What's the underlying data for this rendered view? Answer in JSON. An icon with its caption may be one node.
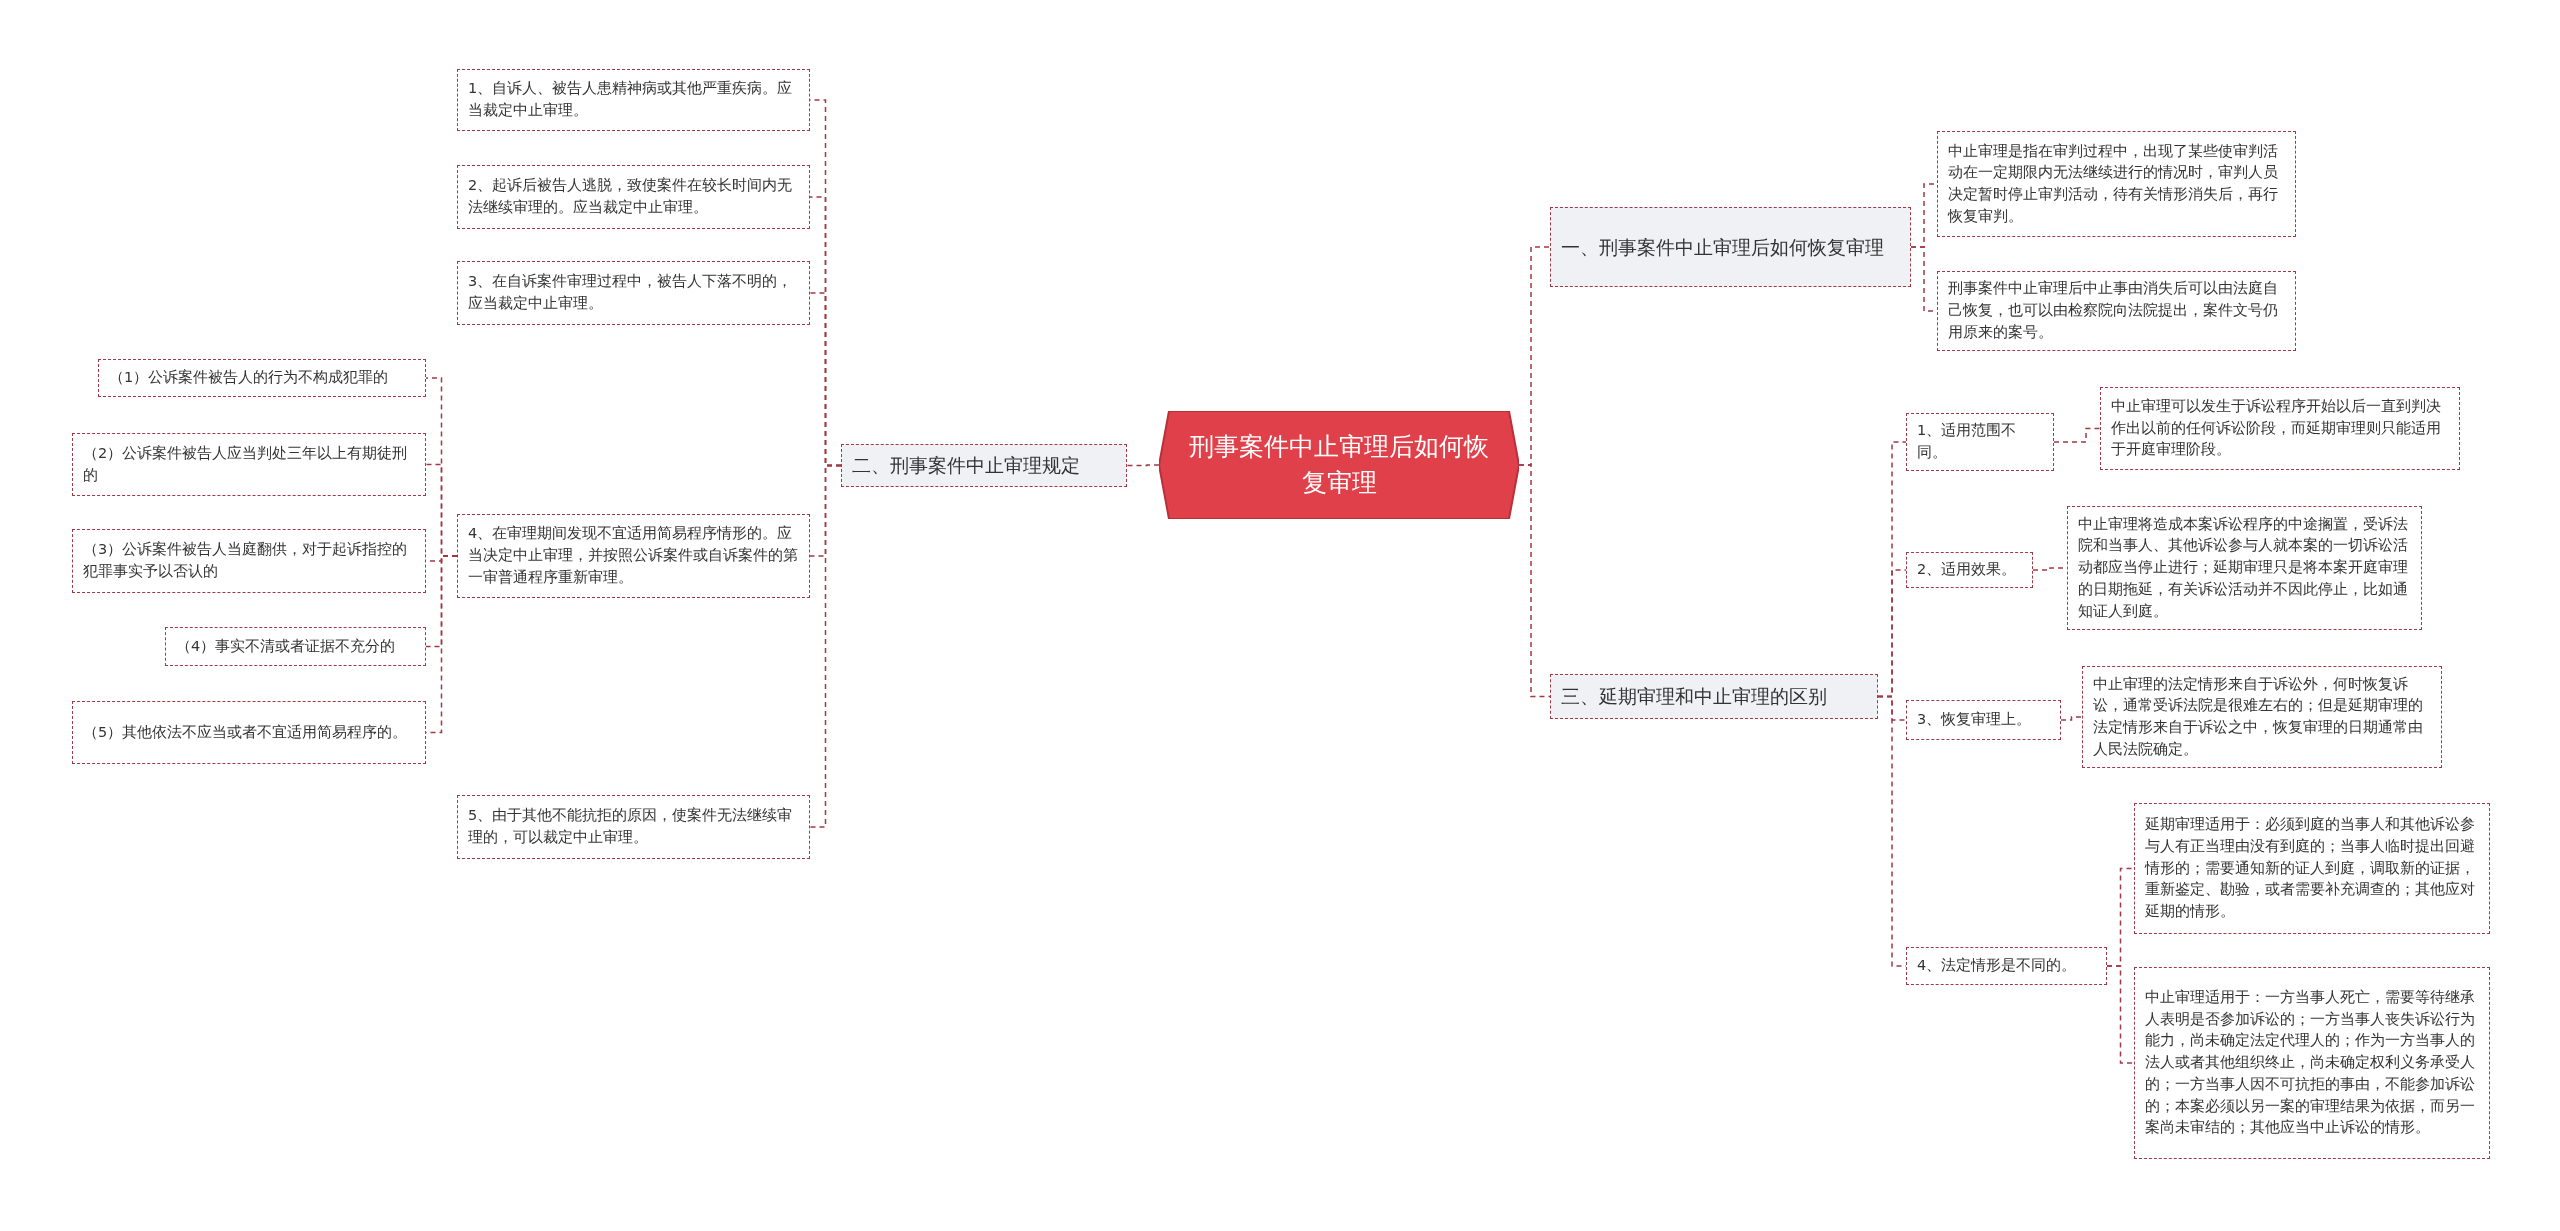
{
  "diagram": {
    "nodes": [
      {
        "text": [
          "刑事案件中止审理后如何恢复审理"
        ]
      },
      {
        "text": [
          "二、刑事案件中止审理规定"
        ]
      },
      {
        "text": [
          "1、自诉人、被告人患精神病或其他严重疾病。应当裁定中止审理。"
        ]
      },
      {
        "text": [
          "2、起诉后被告人逃脱，致使案件在较长时间内无法继续审理的。应当裁定中止审理。"
        ]
      },
      {
        "text": [
          "3、在自诉案件审理过程中，被告人下落不明的，应当裁定中止审理。"
        ]
      },
      {
        "text": [
          "4、在审理期间发现不宜适用简易程序情形的。应当决定中止审理，并按照公诉案件或自诉案件的第一审普通程序重新审理。"
        ]
      },
      {
        "text": [
          "（1）公诉案件被告人的行为不构成犯罪的"
        ]
      },
      {
        "text": [
          "（2）公诉案件被告人应当判处三年以上有期徒刑的"
        ]
      },
      {
        "text": [
          "（3）公诉案件被告人当庭翻供，对于起诉指控的犯罪事实予以否认的"
        ]
      },
      {
        "text": [
          "（4）事实不清或者证据不充分的"
        ]
      },
      {
        "text": [
          "（5）其他依法不应当或者不宜适用简易程序的。"
        ]
      },
      {
        "text": [
          "5、由于其他不能抗拒的原因，使案件无法继续审理的，可以裁定中止审理。"
        ]
      },
      {
        "text": [
          "一、刑事案件中止审理后如何恢复审理"
        ]
      },
      {
        "text": [
          "中止审理是指在审判过程中，出现了某些使审判活动在一定期限内无法继续进行的情况时，审判人员决定暂时停止审判活动，待有关情形消失后，再行恢复审判。"
        ]
      },
      {
        "text": [
          "刑事案件中止审理后中止事由消失后可以由法庭自己恢复，也可以由检察院向法院提出，案件文号仍用原来的案号。"
        ]
      },
      {
        "text": [
          "三、延期审理和中止审理的区别"
        ]
      },
      {
        "text": [
          "1、适用范围不同。"
        ]
      },
      {
        "text": [
          "中止审理可以发生于诉讼程序开始以后一直到判决作出以前的任何诉讼阶段，而延期审理则只能适用于开庭审理阶段。"
        ]
      },
      {
        "text": [
          "2、适用效果。"
        ]
      },
      {
        "text": [
          "中止审理将造成本案诉讼程序的中途搁置，受诉法院和当事人、其他诉讼参与人就本案的一切诉讼活动都应当停止进行；延期审理只是将本案开庭审理的日期拖延，有关诉讼活动并不因此停止，比如通知证人到庭。"
        ]
      },
      {
        "text": [
          "3、恢复审理上。"
        ]
      },
      {
        "text": [
          "中止审理的法定情形来自于诉讼外，何时恢复诉讼，通常受诉法院是很难左右的；但是延期审理的法定情形来自于诉讼之中，恢复审理的日期通常由人民法院确定。"
        ]
      },
      {
        "text": [
          "4、法定情形是不同的。"
        ]
      },
      {
        "text": [
          "延期审理适用于：必须到庭的当事人和其他诉讼参与人有正当理由没有到庭的；当事人临时提出回避情形的；需要通知新的证人到庭，调取新的证据，重新鉴定、勘验，或者需要补充调查的；其他应对延期的情形。"
        ]
      },
      {
        "text": [
          "中止审理适用于：一方当事人死亡，需要等待继承人表明是否参加诉讼的；一方当事人丧失诉讼行为能力，尚未确定法定代理人的；作为一方当事人的法人或者其他组织终止，尚未确定权利义务承受人的；一方当事人因不可抗拒的事由，不能参加诉讼的；本案必须以另一案的审理结果为依据，而另一案尚未审结的；其他应当中止诉讼的情形。"
        ]
      }
    ],
    "edges": [
      {
        "from": 0,
        "to": 1,
        "arrow": "none",
        "style": "dashed"
      },
      {
        "from": 1,
        "to": 2,
        "arrow": "none",
        "style": "dashed"
      },
      {
        "from": 1,
        "to": 3,
        "arrow": "none",
        "style": "dashed"
      },
      {
        "from": 1,
        "to": 4,
        "arrow": "none",
        "style": "dashed"
      },
      {
        "from": 1,
        "to": 5,
        "arrow": "none",
        "style": "dashed"
      },
      {
        "from": 5,
        "to": 6,
        "arrow": "none",
        "style": "dashed"
      },
      {
        "from": 5,
        "to": 7,
        "arrow": "none",
        "style": "dashed"
      },
      {
        "from": 5,
        "to": 8,
        "arrow": "none",
        "style": "dashed"
      },
      {
        "from": 5,
        "to": 9,
        "arrow": "none",
        "style": "dashed"
      },
      {
        "from": 5,
        "to": 10,
        "arrow": "none",
        "style": "dashed"
      },
      {
        "from": 1,
        "to": 11,
        "arrow": "none",
        "style": "dashed"
      },
      {
        "from": 0,
        "to": 12,
        "arrow": "none",
        "style": "dashed"
      },
      {
        "from": 12,
        "to": 13,
        "arrow": "none",
        "style": "dashed"
      },
      {
        "from": 12,
        "to": 14,
        "arrow": "none",
        "style": "dashed"
      },
      {
        "from": 0,
        "to": 15,
        "arrow": "none",
        "style": "dashed"
      },
      {
        "from": 15,
        "to": 16,
        "arrow": "none",
        "style": "dashed"
      },
      {
        "from": 16,
        "to": 17,
        "arrow": "none",
        "style": "dashed"
      },
      {
        "from": 15,
        "to": 18,
        "arrow": "none",
        "style": "dashed"
      },
      {
        "from": 18,
        "to": 19,
        "arrow": "none",
        "style": "dashed"
      },
      {
        "from": 15,
        "to": 20,
        "arrow": "none",
        "style": "dashed"
      },
      {
        "from": 20,
        "to": 21,
        "arrow": "none",
        "style": "dashed"
      },
      {
        "from": 15,
        "to": 22,
        "arrow": "none",
        "style": "dashed"
      },
      {
        "from": 22,
        "to": 23,
        "arrow": "none",
        "style": "dashed"
      },
      {
        "from": 22,
        "to": 24,
        "arrow": "none",
        "style": "dashed"
      }
    ]
  }
}
